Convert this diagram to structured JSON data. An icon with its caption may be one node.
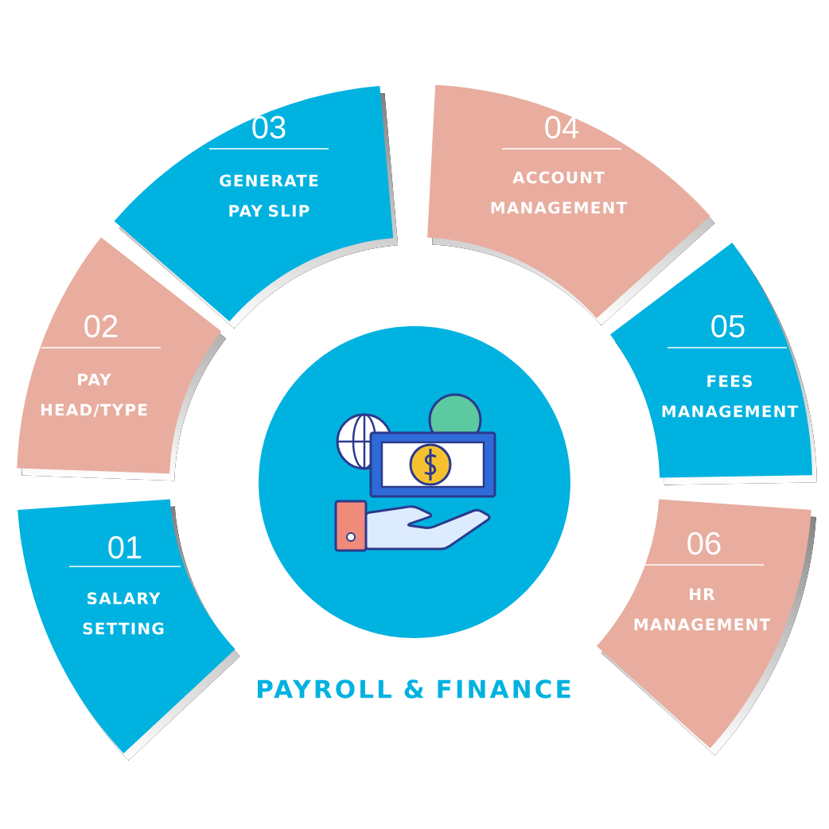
{
  "diagram": {
    "title": "PAYROLL & FINANCE",
    "nodes": [
      {
        "text": [
          "01",
          "SALARY SETTING"
        ]
      },
      {
        "text": [
          "02",
          "PAY HEAD/TYPE"
        ]
      },
      {
        "text": [
          "03",
          "GENERATE PAY SLIP"
        ]
      },
      {
        "text": [
          "04",
          "ACCOUNT MANAGEMENT"
        ]
      },
      {
        "text": [
          "05",
          "FEES MANAGEMENT"
        ]
      },
      {
        "text": [
          "06",
          "HR MANAGEMENT"
        ]
      }
    ]
  }
}
